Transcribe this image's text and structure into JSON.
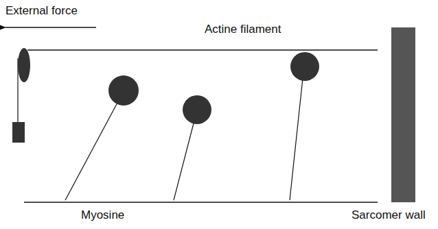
{
  "diagram": {
    "labels": [
      "External force",
      "Actine filament",
      "Myosine",
      "Sarcomer wall"
    ]
  }
}
